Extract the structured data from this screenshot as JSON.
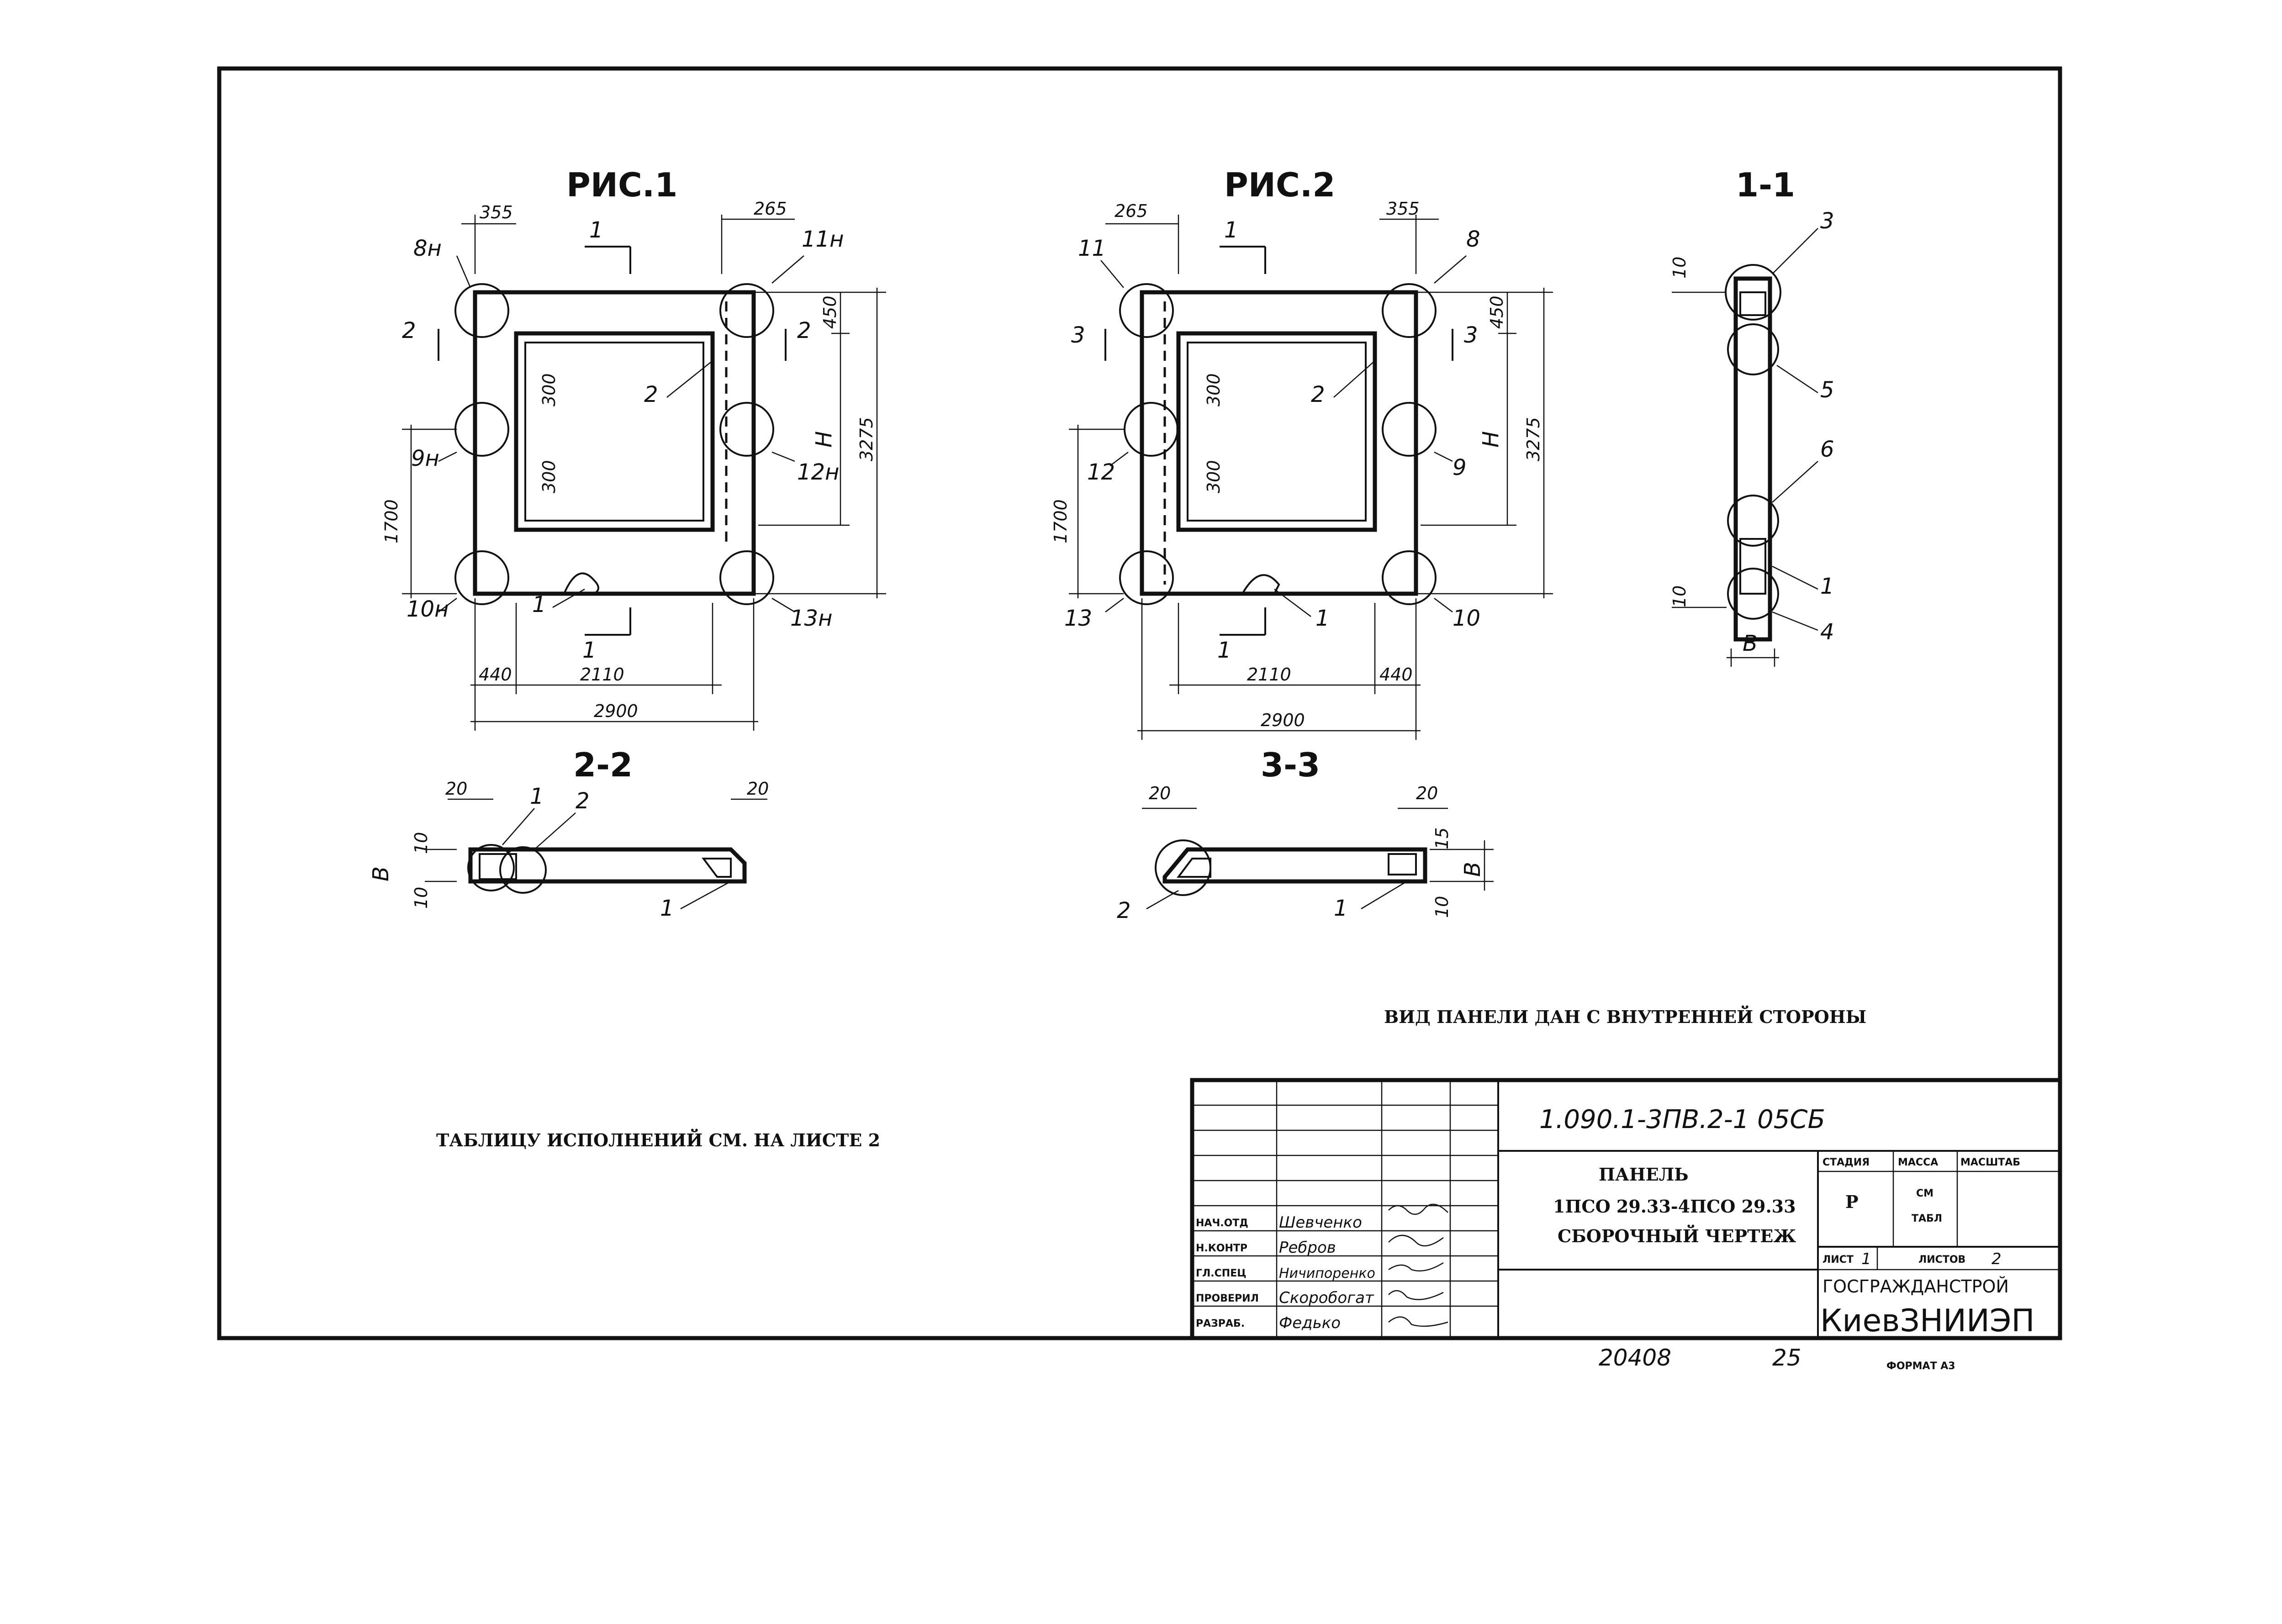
{
  "figures": {
    "fig1": {
      "title": "РИС.1",
      "dims": {
        "top_left": "355",
        "top_right": "265",
        "right_top": "450",
        "right_h": "H",
        "right_total": "3275",
        "left_height": "1700",
        "inner_top": "300",
        "inner_bottom": "300",
        "bottom_left": "440",
        "bottom_mid": "2110",
        "bottom_total": "2900"
      },
      "callouts": {
        "c8n": "8н",
        "c9n": "9н",
        "c10n": "10н",
        "c11n": "11н",
        "c12n": "12н",
        "c13n": "13н",
        "c1": "1",
        "c2": "2"
      },
      "section_marks": {
        "top": "1",
        "bottom": "1",
        "left": "2",
        "right": "2"
      }
    },
    "fig2": {
      "title": "РИС.2",
      "dims": {
        "top_left": "265",
        "top_right": "355",
        "right_top": "450",
        "right_h": "H",
        "right_total": "3275",
        "left_height": "1700",
        "inner_top": "300",
        "inner_bottom": "300",
        "bottom_mid": "2110",
        "bottom_right": "440",
        "bottom_total": "2900"
      },
      "callouts": {
        "c8": "8",
        "c9": "9",
        "c10": "10",
        "c11": "11",
        "c12": "12",
        "c13": "13",
        "c1": "1",
        "c2": "2"
      },
      "section_marks": {
        "top": "1",
        "bottom": "1",
        "left": "3",
        "right": "3"
      }
    },
    "sec11": {
      "title": "1-1",
      "dims": {
        "top": "10",
        "bottom": "10",
        "width": "B"
      },
      "callouts": {
        "c3": "3",
        "c5": "5",
        "c6": "6",
        "c1": "1",
        "c4": "4"
      }
    },
    "sec22": {
      "title": "2-2",
      "dims": {
        "d20a": "20",
        "d20b": "20",
        "d10": "10",
        "d10b": "10",
        "width": "B"
      },
      "callouts": {
        "c1a": "1",
        "c2": "2",
        "c1b": "1"
      }
    },
    "sec33": {
      "title": "3-3",
      "dims": {
        "d20a": "20",
        "d20b": "20",
        "d15": "15",
        "d10": "10",
        "width": "B"
      },
      "callouts": {
        "c2": "2",
        "c1": "1"
      }
    }
  },
  "notes": {
    "panel_view": "ВИД ПАНЕЛИ ДАН С ВНУТРЕННЕЙ СТОРОНЫ",
    "table_ref": "ТАБЛИЦУ ИСПОЛНЕНИЙ СМ. НА ЛИСТЕ 2"
  },
  "title_block": {
    "doc_code": "1.090.1-3ПВ.2-1 05СБ",
    "name_line1": "ПАНЕЛЬ",
    "name_line2": "1ПСО 29.33-4ПСО 29.33",
    "name_line3": "СБОРОЧНЫЙ ЧЕРТЕЖ",
    "col_stage": "СТАДИЯ",
    "col_mass": "МАССА",
    "col_scale": "МАСШТАБ",
    "stage": "Р",
    "mass_line1": "СМ",
    "mass_line2": "ТАБЛ",
    "sheet_label": "ЛИСТ",
    "sheet": "1",
    "sheets_label": "ЛИСТОВ",
    "sheets": "2",
    "org1": "ГОСГРАЖДАНСТРОЙ",
    "org2": "КиевЗНИИЭП",
    "signatures": [
      {
        "role": "НАЧ.ОТД",
        "name": "Шевченко"
      },
      {
        "role": "Н.КОНТР",
        "name": "Ребров"
      },
      {
        "role": "ГЛ.СПЕЦ",
        "name": "Ничипоренко"
      },
      {
        "role": "ПРОВЕРИЛ",
        "name": "Скоробогат"
      },
      {
        "role": "РАЗРАБ.",
        "name": "Федько"
      }
    ]
  },
  "footer": {
    "number": "20408",
    "page": "25",
    "format": "ФОРМАТ А3"
  }
}
